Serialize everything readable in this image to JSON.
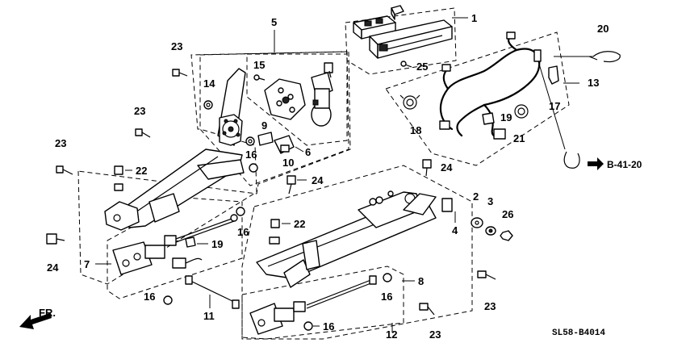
{
  "diagram": {
    "part_numbers": {
      "p1": "1",
      "p2": "2",
      "p3": "3",
      "p4": "4",
      "p5": "5",
      "p6": "6",
      "p7": "7",
      "p8": "8",
      "p9": "9",
      "p10": "10",
      "p11": "11",
      "p12": "12",
      "p13": "13",
      "p14": "14",
      "p15": "15",
      "p17": "17",
      "p18": "18",
      "p19": "19",
      "p20": "20",
      "p21": "21",
      "p25": "25",
      "p26": "26",
      "p16": "16",
      "p22": "22",
      "p23": "23",
      "p24": "24"
    },
    "reference": "B-41-20",
    "direction_label": "FR.",
    "diagram_code": "SL58-B4014"
  }
}
